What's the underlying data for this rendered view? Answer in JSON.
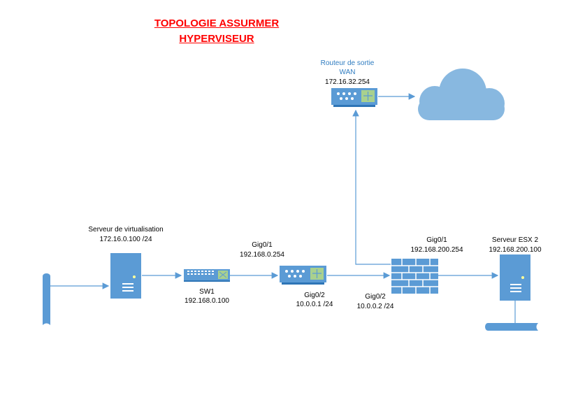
{
  "title": {
    "line1": "TOPOLOGIE ASSURMER ",
    "line2": "HYPERVISEUR"
  },
  "nodes": {
    "server_virt": {
      "name": "Serveur de virtualisation",
      "ip": "172.16.0.100 /24"
    },
    "switch": {
      "name": "SW1",
      "ip": "192.168.0.100"
    },
    "router": {
      "top_if": "Gig0/1",
      "top_ip": "192.168.0.254",
      "bottom_if": "Gig0/2",
      "bottom_ip": "10.0.0.1 /24"
    },
    "firewall": {
      "top_if": "Gig0/1",
      "top_ip": "192.168.200.254",
      "left_if": "Gig0/2",
      "left_ip": "10.0.0.2 /24"
    },
    "wan_router": {
      "name_line1": "Routeur de sortie",
      "name_line2": "WAN",
      "ip": "172.16.32.254"
    },
    "esx": {
      "name": "Serveur ESX 2",
      "ip": "192.168.200.100"
    }
  },
  "colors": {
    "device": "#5b9bd5",
    "device_dark": "#2e75b6",
    "cloud": "#88b8e0",
    "link": "#5b9bd5",
    "title": "#ff0000"
  }
}
